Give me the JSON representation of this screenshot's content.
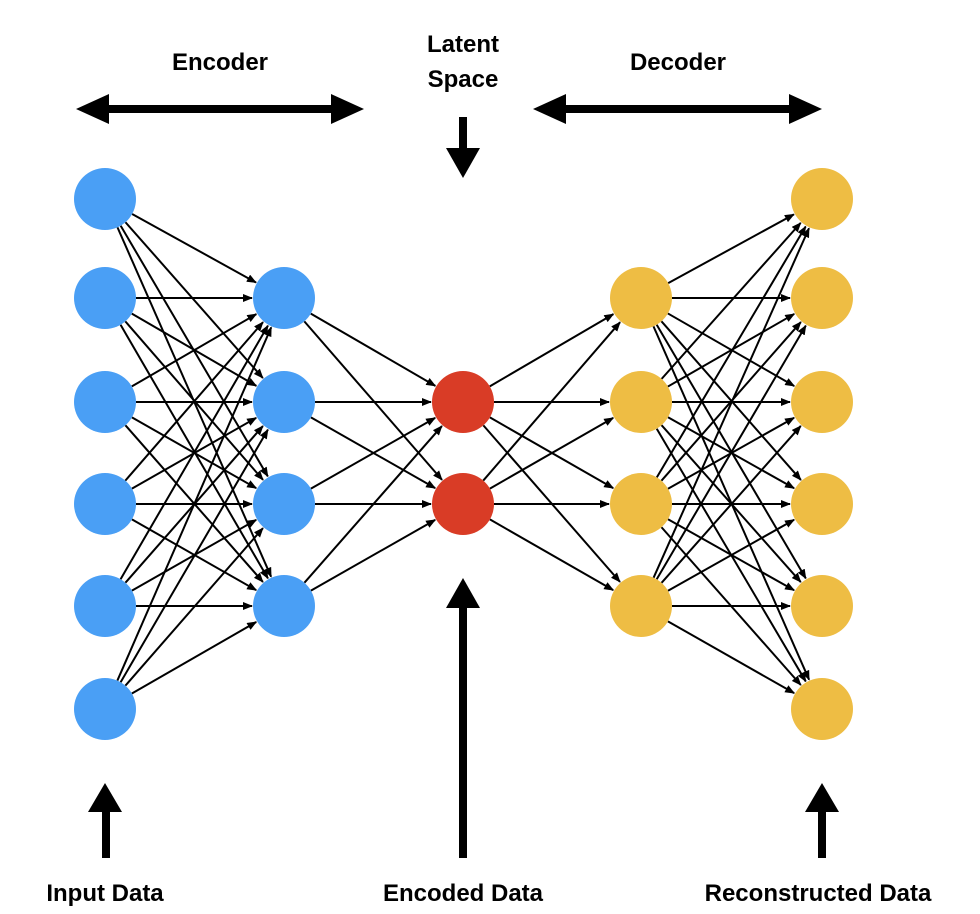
{
  "title_labels": {
    "encoder": "Encoder",
    "latent_line1": "Latent",
    "latent_line2": "Space",
    "decoder": "Decoder"
  },
  "bottom_labels": {
    "input": "Input Data",
    "encoded": "Encoded Data",
    "reconstructed": "Reconstructed Data"
  },
  "colors": {
    "encoder_node": "#4a9ff5",
    "latent_node": "#d93c26",
    "decoder_node": "#eebd44",
    "edge": "#000000"
  },
  "network": {
    "layers": [
      {
        "name": "input",
        "nodes": 6,
        "color_key": "encoder_node"
      },
      {
        "name": "encoder-hidden",
        "nodes": 4,
        "color_key": "encoder_node"
      },
      {
        "name": "latent",
        "nodes": 2,
        "color_key": "latent_node"
      },
      {
        "name": "decoder-hidden",
        "nodes": 4,
        "color_key": "decoder_node"
      },
      {
        "name": "output",
        "nodes": 6,
        "color_key": "decoder_node"
      }
    ],
    "connectivity": "fully-connected"
  }
}
